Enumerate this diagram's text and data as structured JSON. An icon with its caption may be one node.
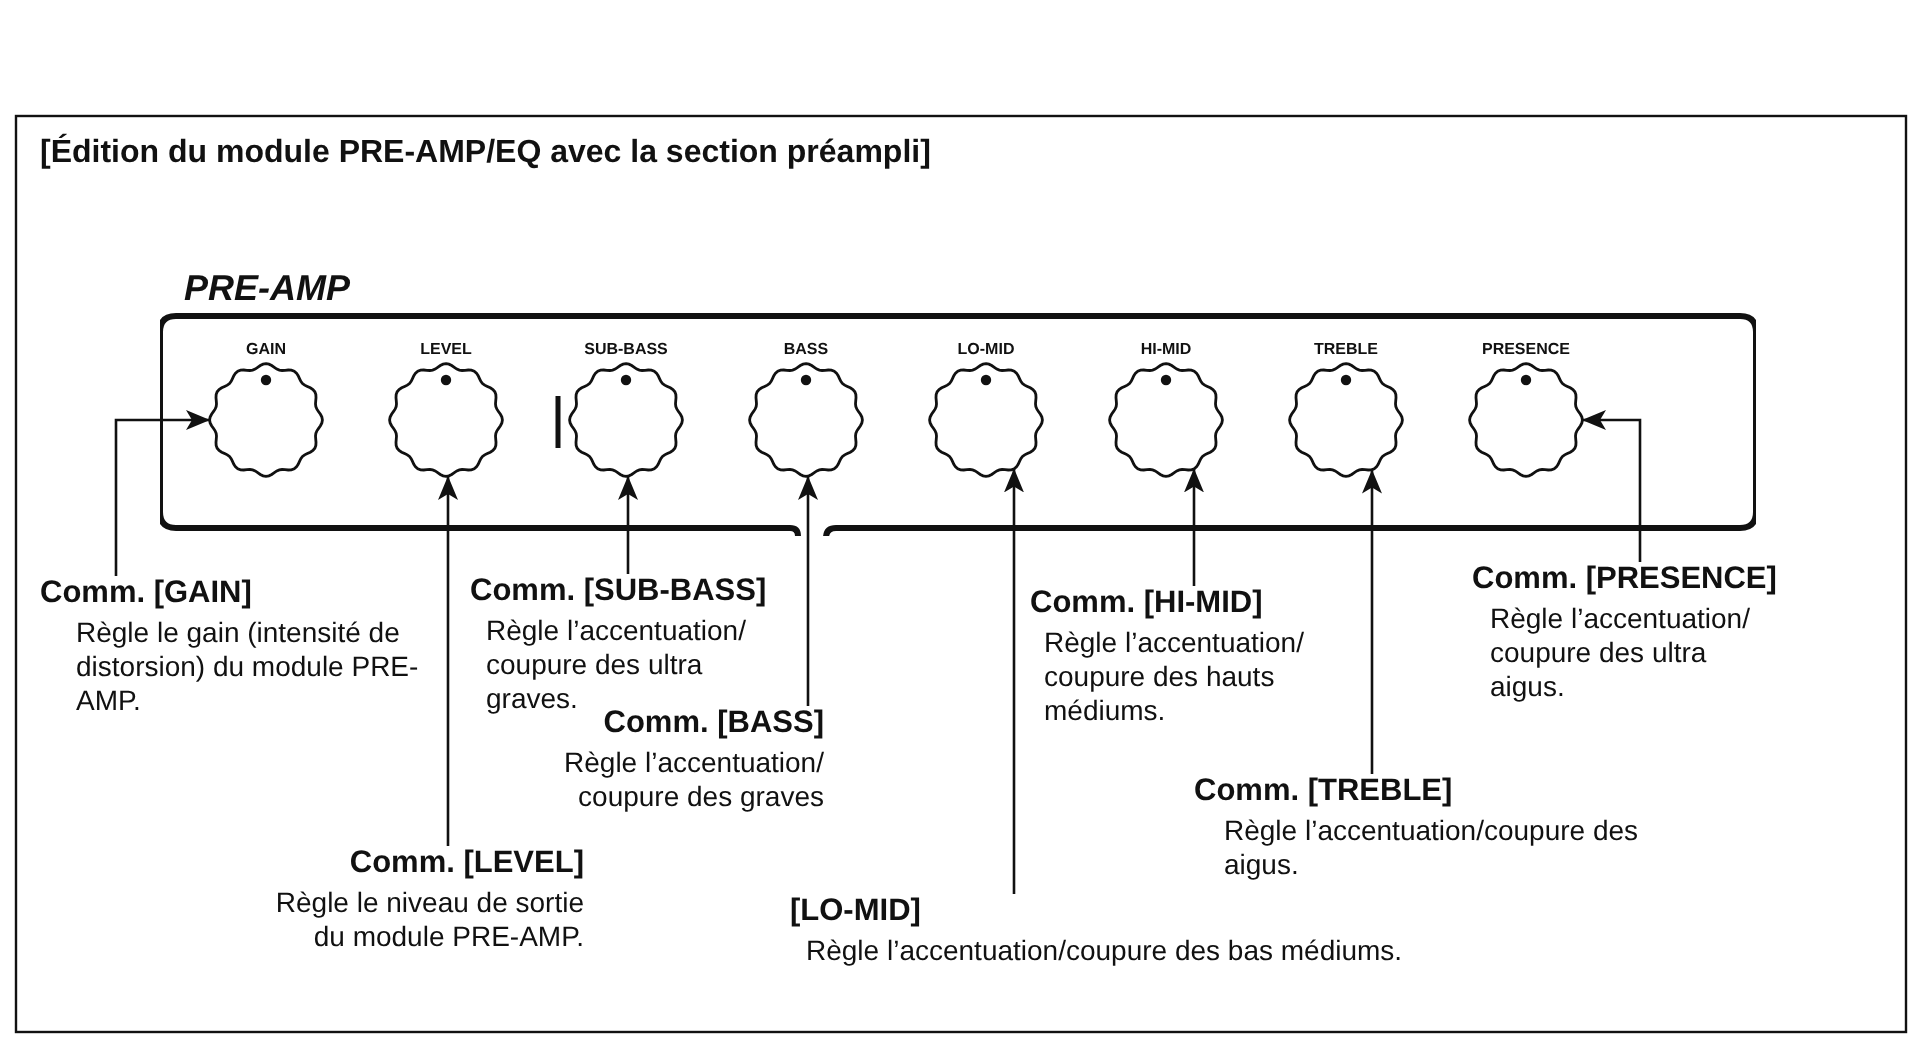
{
  "diagram": {
    "title": "[Édition du module PRE-AMP/EQ avec la section préampli]",
    "nodes": [
      {
        "text": [
          "PRE-AMP"
        ]
      },
      {
        "text": [
          "GAIN"
        ],
        "in": 0
      },
      {
        "text": [
          "LEVEL"
        ],
        "in": 0
      },
      {
        "text": [
          "SUB-BASS"
        ],
        "in": 0
      },
      {
        "text": [
          "BASS"
        ],
        "in": 0
      },
      {
        "text": [
          "LO-MID"
        ],
        "in": 0
      },
      {
        "text": [
          "HI-MID"
        ],
        "in": 0
      },
      {
        "text": [
          "TREBLE"
        ],
        "in": 0
      },
      {
        "text": [
          "PRESENCE"
        ],
        "in": 0
      },
      {
        "text": [
          "Comm. [GAIN]",
          "Règle le gain (intensité de distorsion) du module PRE-AMP."
        ]
      },
      {
        "text": [
          "Comm. [LEVEL]",
          "Règle le niveau de sortie du module PRE-AMP."
        ]
      },
      {
        "text": [
          "Comm. [SUB-BASS]",
          "Règle l’accentuation/ coupure des ultra graves."
        ]
      },
      {
        "text": [
          "Comm. [BASS]",
          "Règle l’accentuation/ coupure des graves"
        ]
      },
      {
        "text": [
          "[LO-MID]",
          "Règle l’accentuation/coupure des bas médiums."
        ]
      },
      {
        "text": [
          "Comm. [HI-MID]",
          "Règle l’accentuation/ coupure des hauts médiums."
        ]
      },
      {
        "text": [
          "Comm. [TREBLE]",
          "Règle l’accentuation/coupure des aigus."
        ]
      },
      {
        "text": [
          "Comm. [PRESENCE]",
          "Règle l’accentuation/ coupure des ultra aigus."
        ]
      }
    ],
    "edges": [
      {
        "from": 9,
        "to": 1,
        "arrow": "to"
      },
      {
        "from": 10,
        "to": 2,
        "arrow": "to"
      },
      {
        "from": 11,
        "to": 3,
        "arrow": "to"
      },
      {
        "from": 12,
        "to": 4,
        "arrow": "to"
      },
      {
        "from": 13,
        "to": 5,
        "arrow": "to"
      },
      {
        "from": 14,
        "to": 6,
        "arrow": "to"
      },
      {
        "from": 15,
        "to": 7,
        "arrow": "to"
      },
      {
        "from": 16,
        "to": 8,
        "arrow": "to"
      }
    ]
  }
}
